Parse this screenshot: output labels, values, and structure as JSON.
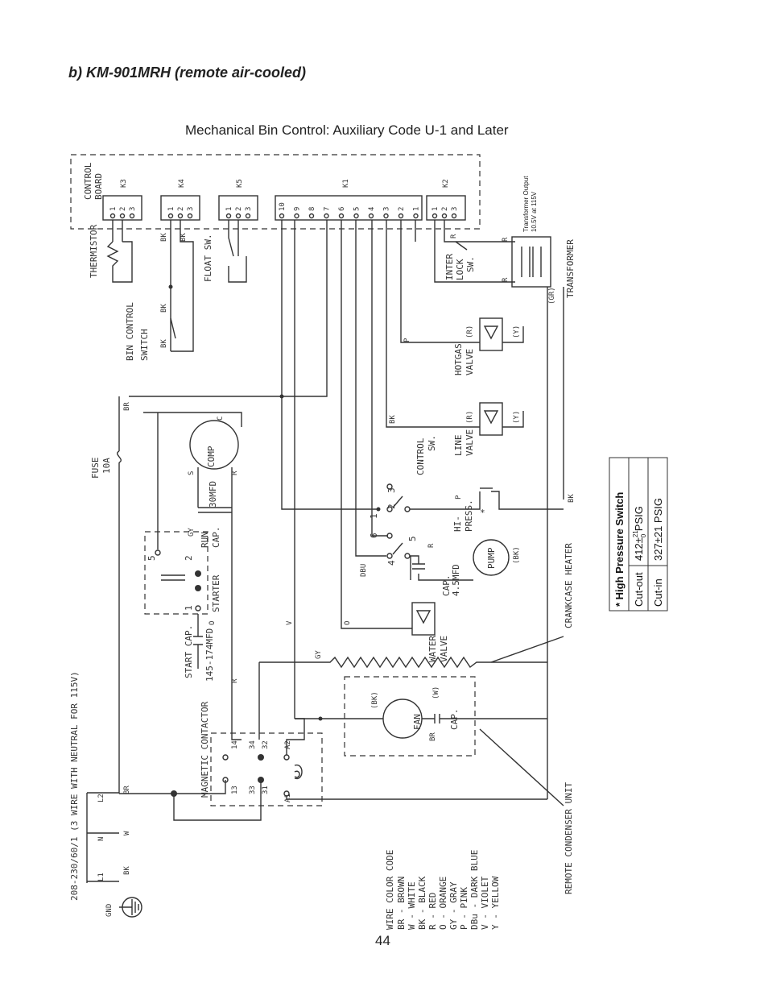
{
  "header": "b) KM-901MRH (remote air-cooled)",
  "diagram_title": "Mechanical Bin Control: Auxiliary Code U-1 and Later",
  "page_number": "44",
  "board": {
    "label_line1": "CONTROL",
    "label_line2": "BOARD",
    "k3": "K3",
    "k4": "K4",
    "k5": "K5",
    "k1": "K1",
    "k2": "K2",
    "k1_pins": [
      "10",
      "9",
      "8",
      "7",
      "6",
      "5",
      "4",
      "3",
      "2",
      "1"
    ],
    "three_pins": [
      "1",
      "2",
      "3"
    ],
    "transformer_output_line1": "Transformer Output",
    "transformer_output_line2": "10.5V at 115V"
  },
  "components": {
    "thermistor": "THERMISTOR",
    "float_sw": "FLOAT SW.",
    "bin_control_line1": "BIN CONTROL",
    "bin_control_line2": "SWITCH",
    "interlock_line1": "INTER",
    "interlock_line2": "LOCK",
    "interlock_line3": "SW.",
    "transformer": "TRANSFORMER",
    "hotgas_line1": "HOTGAS",
    "hotgas_line2": "VALVE",
    "line_valve_line1": "LINE",
    "line_valve_line2": "VALVE",
    "water_valve_line1": "WATER",
    "water_valve_line2": "VALVE",
    "control_sw_line1": "CONTROL",
    "control_sw_line2": "SW.",
    "hi_press_line1": "HI-",
    "hi_press_line2": "PRESS.",
    "fuse_line1": "FUSE",
    "fuse_line2": "10A",
    "comp": "COMP",
    "run_cap_line1": "RUN",
    "run_cap_line2": "CAP.",
    "run_cap_value": "30MFD",
    "starter": "STARTER",
    "start_cap": "START CAP.",
    "start_cap_value": "145-174MFD",
    "magnetic_contactor": "MAGNETIC CONTACTOR",
    "pump": "PUMP",
    "pump_cap_line1": "CAP.",
    "pump_cap_line2": "4.5MFD",
    "fan": "FAN",
    "fan_cap": "CAP.",
    "crankcase_heater": "CRANKCASE HEATER",
    "remote_condenser_unit": "REMOTE CONDENSER UNIT",
    "power_supply": "208-230/60/1 (3 WIRE WITH NEUTRAL FOR 115V)",
    "gnd": "GND",
    "l1": "L1",
    "n": "N",
    "l2": "L2"
  },
  "wire_labels": {
    "br": "BR",
    "bk": "BK",
    "w": "W",
    "r": "R",
    "o": "O",
    "gy": "GY",
    "p": "P",
    "dbu": "DBU",
    "v": "V",
    "y": "Y",
    "gr_paren": "(GR)",
    "r_paren": "(R)",
    "y_paren": "(Y)",
    "bk_paren": "(BK)",
    "w_paren": "(W)",
    "c": "C",
    "s": "S",
    "star": "*",
    "contactor_pins": [
      "14",
      "34",
      "32",
      "A2",
      "13",
      "33",
      "31",
      "A1"
    ],
    "starter_pins": [
      "5",
      "2",
      "1"
    ],
    "control_sw_pins": [
      "3",
      "2",
      "1",
      "6",
      "5",
      "4"
    ]
  },
  "wire_color_code": {
    "title": "WIRE COLOR CODE",
    "entries": [
      "BR - BROWN",
      "W - WHITE",
      "BK - BLACK",
      "R - RED",
      "O - ORANGE",
      "GY - GRAY",
      "P - PINK",
      "DBu - DARK BLUE",
      "V - VIOLET",
      "Y - YELLOW"
    ]
  },
  "hp_table": {
    "title": "* High Pressure Switch",
    "rows": [
      {
        "label": "Cut-out",
        "value_main": "412±",
        "value_sup": "21",
        "value_sub": "0",
        "value_unit": " PSIG"
      },
      {
        "label": "Cut-in",
        "value_main": "327±21 PSIG",
        "value_sup": "",
        "value_sub": "",
        "value_unit": ""
      }
    ]
  }
}
